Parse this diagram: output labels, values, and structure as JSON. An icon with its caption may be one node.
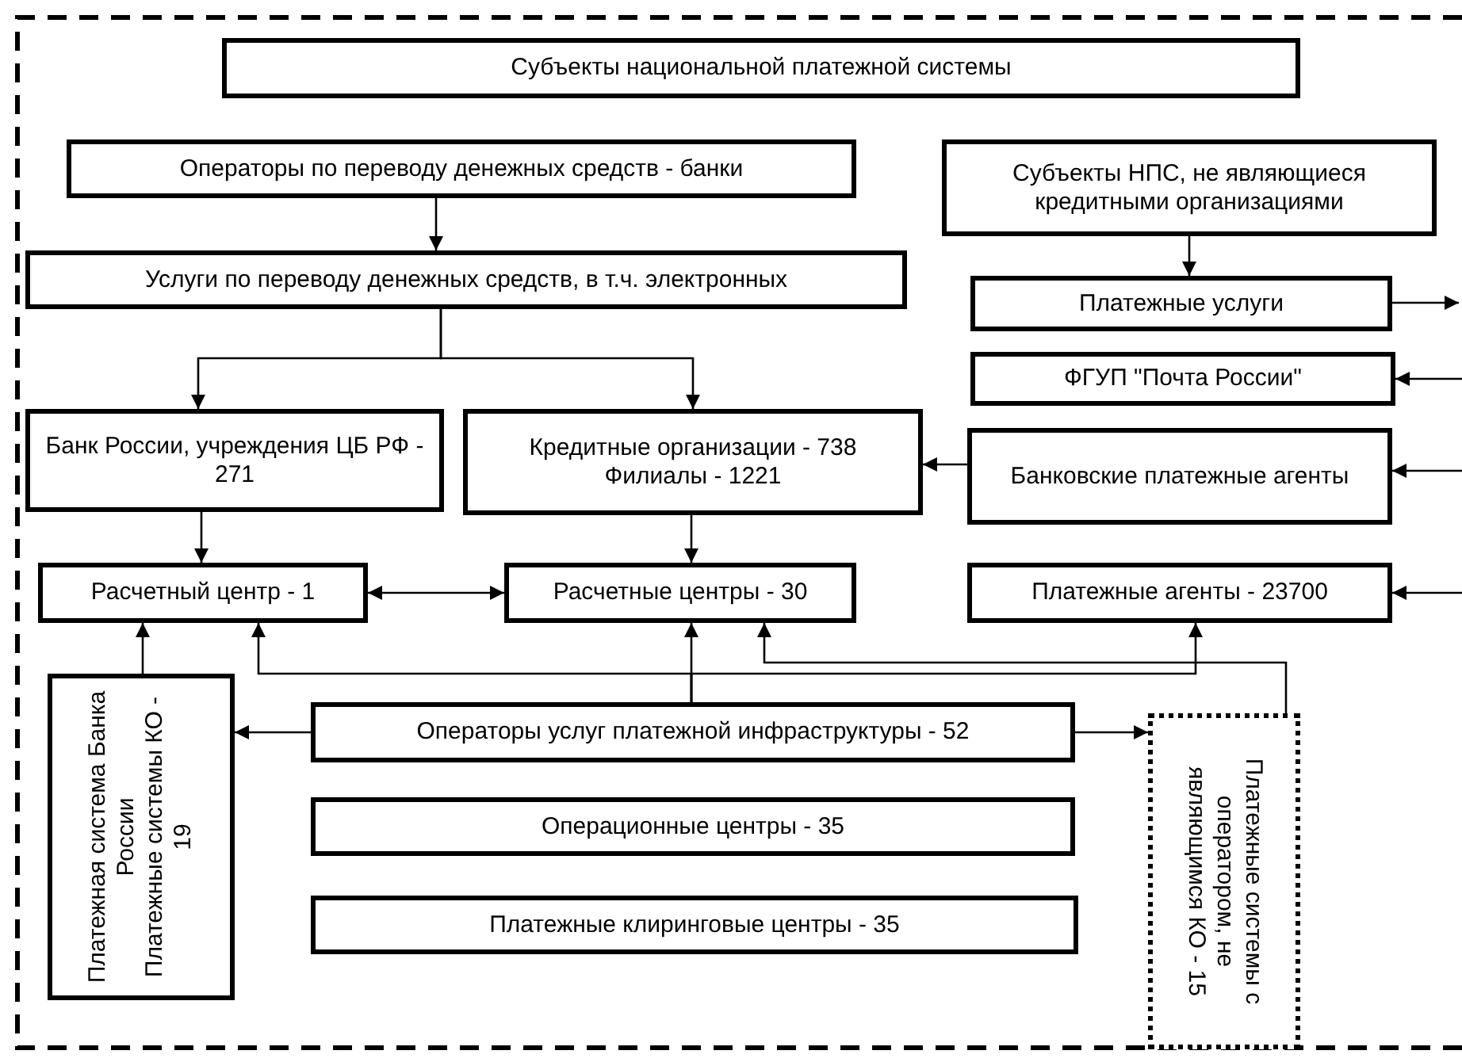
{
  "diagram": {
    "nodes": [
      {
        "text": [
          "Субъекты национальной платежной системы"
        ]
      },
      {
        "text": [
          "Операторы по переводу денежных средств - банки"
        ]
      },
      {
        "text": [
          "Субъекты НПС, не являющиеся кредитными организациями"
        ]
      },
      {
        "text": [
          "Услуги по переводу денежных средств, в т.ч. электронных"
        ]
      },
      {
        "text": [
          "Платежные услуги"
        ]
      },
      {
        "text": [
          "ФГУП \"Почта России\""
        ]
      },
      {
        "text": [
          "Банк России, учреждения  ЦБ РФ - 271"
        ]
      },
      {
        "text": [
          "Кредитные организации - 738",
          "Филиалы - 1221"
        ]
      },
      {
        "text": [
          "Банковские платежные агенты"
        ]
      },
      {
        "text": [
          "Расчетный центр - 1"
        ]
      },
      {
        "text": [
          "Расчетные центры - 30"
        ]
      },
      {
        "text": [
          "Платежные агенты - 23700"
        ]
      },
      {
        "text": [
          "Платежная система Банка России",
          "Платежные системы КО - 19"
        ]
      },
      {
        "text": [
          "Операторы услуг платежной инфраструктуры - 52"
        ]
      },
      {
        "text": [
          "Операционные центры - 35"
        ]
      },
      {
        "text": [
          "Платежные клиринговые центры - 35"
        ]
      },
      {
        "text": [
          "Платежные системы с оператором, не являющимся КО - 15"
        ]
      }
    ],
    "edges": [
      {
        "from": 1,
        "to": 3,
        "arrow": "to"
      },
      {
        "from": 3,
        "to": 6,
        "arrow": "to"
      },
      {
        "from": 3,
        "to": 7,
        "arrow": "to"
      },
      {
        "from": 2,
        "to": 4,
        "arrow": "to"
      },
      {
        "from": 4,
        "to": null,
        "arrow": "to"
      },
      {
        "from": null,
        "to": 5,
        "arrow": "to"
      },
      {
        "from": null,
        "to": 8,
        "arrow": "to"
      },
      {
        "from": null,
        "to": 11,
        "arrow": "to"
      },
      {
        "from": 8,
        "to": 7,
        "arrow": "to"
      },
      {
        "from": 6,
        "to": 9,
        "arrow": "to"
      },
      {
        "from": 7,
        "to": 10,
        "arrow": "to"
      },
      {
        "from": 9,
        "to": 10,
        "arrow": "both"
      },
      {
        "from": 12,
        "to": 9,
        "arrow": "to"
      },
      {
        "from": 13,
        "to": 10,
        "arrow": "to"
      },
      {
        "from": 13,
        "to": 9,
        "arrow": "to"
      },
      {
        "from": 13,
        "to": 11,
        "arrow": "to"
      },
      {
        "from": 13,
        "to": 12,
        "arrow": "to"
      },
      {
        "from": 13,
        "to": 16,
        "arrow": "to"
      },
      {
        "from": 16,
        "to": 10,
        "arrow": "to"
      }
    ]
  }
}
